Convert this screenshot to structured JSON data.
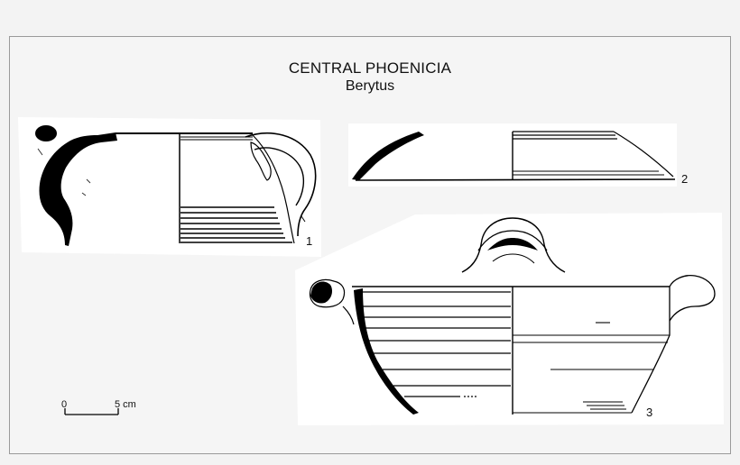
{
  "plate": {
    "title": "CENTRAL PHOENICIA",
    "subtitle": "Berytus"
  },
  "figures": [
    {
      "number": "1"
    },
    {
      "number": "2"
    },
    {
      "number": "3"
    }
  ],
  "scale_bar": {
    "start_label": "0",
    "end_label": "5 cm"
  }
}
